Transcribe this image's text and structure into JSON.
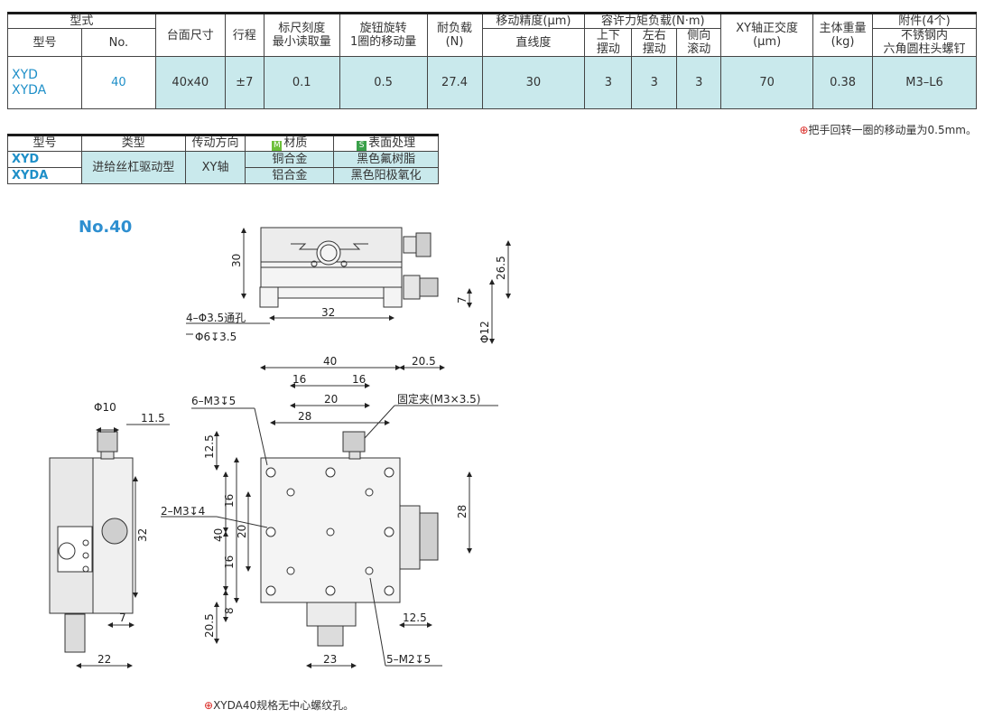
{
  "spec_table": {
    "group_type": "型式",
    "col_model": "型号",
    "col_no": "No.",
    "col_table_size": "台面尺寸",
    "col_stroke": "行程",
    "col_scale_1": "标尺刻度",
    "col_scale_2": "最小读取量",
    "col_knob_1": "旋钮旋转",
    "col_knob_2": "1圈的移动量",
    "col_load_1": "耐负载",
    "col_load_2": "(N)",
    "col_precision": "移动精度(μm)",
    "col_straightness": "直线度",
    "col_moment": "容许力矩负载(N·m)",
    "col_pitch_1": "上下",
    "col_pitch_2": "摆动",
    "col_yaw_1": "左右",
    "col_yaw_2": "摆动",
    "col_roll_1": "侧向",
    "col_roll_2": "滚动",
    "col_ortho_1": "XY轴正交度",
    "col_ortho_2": "(μm)",
    "col_weight_1": "主体重量",
    "col_weight_2": "(kg)",
    "col_acc": "附件(4个)",
    "col_acc_1": "不锈钢内",
    "col_acc_2": "六角圆柱头螺钉",
    "row": {
      "model_1": "XYD",
      "model_2": "XYDA",
      "no": "40",
      "table_size": "40x40",
      "stroke": "±7",
      "scale": "0.1",
      "knob": "0.5",
      "load": "27.4",
      "straightness": "30",
      "pitch": "3",
      "yaw": "3",
      "roll": "3",
      "ortho": "70",
      "weight": "0.38",
      "acc": "M3–L6"
    }
  },
  "note1": {
    "symbol": "⊕",
    "text": "把手回转一圈的移动量为0.5mm。"
  },
  "type_table": {
    "col_model": "型号",
    "col_type": "类型",
    "col_dir": "传动方向",
    "col_material_badge": "M",
    "col_material": "材质",
    "col_surface_badge": "S",
    "col_surface": "表面处理",
    "rows": [
      {
        "model": "XYD",
        "material": "铜合金",
        "surface": "黑色氟树脂"
      },
      {
        "model": "XYDA",
        "material": "铝合金",
        "surface": "黑色阳极氧化"
      }
    ],
    "type": "进给丝杠驱动型",
    "direction": "XY轴"
  },
  "section_title": "No.40",
  "drawing": {
    "top": {
      "d30": "30",
      "d26_5": "26.5",
      "d7": "7",
      "phi12": "Φ12",
      "d32": "32",
      "hole1": "4–Φ3.5通孔",
      "hole2": "Φ6↧3.5"
    },
    "side": {
      "phi10": "Φ10",
      "d11_5": "11.5",
      "d32": "32",
      "d7": "7",
      "d22": "22"
    },
    "front": {
      "d40": "40",
      "d20_5": "20.5",
      "d16a": "16",
      "d16b": "16",
      "d20": "20",
      "d28": "28",
      "m3": "6–M3↧5",
      "clip": "固定夹(M3×3.5)",
      "d12_5": "12.5",
      "m3b": "2–M3↧4",
      "v16a": "16",
      "v20": "20",
      "v40": "40",
      "v16b": "16",
      "v8": "8",
      "v20_5": "20.5",
      "r28": "28",
      "r12_5": "12.5",
      "d23": "23",
      "m2": "5–M2↧5"
    }
  },
  "note2": {
    "symbol": "⊕",
    "text": "XYDA40规格无中心螺纹孔。"
  }
}
